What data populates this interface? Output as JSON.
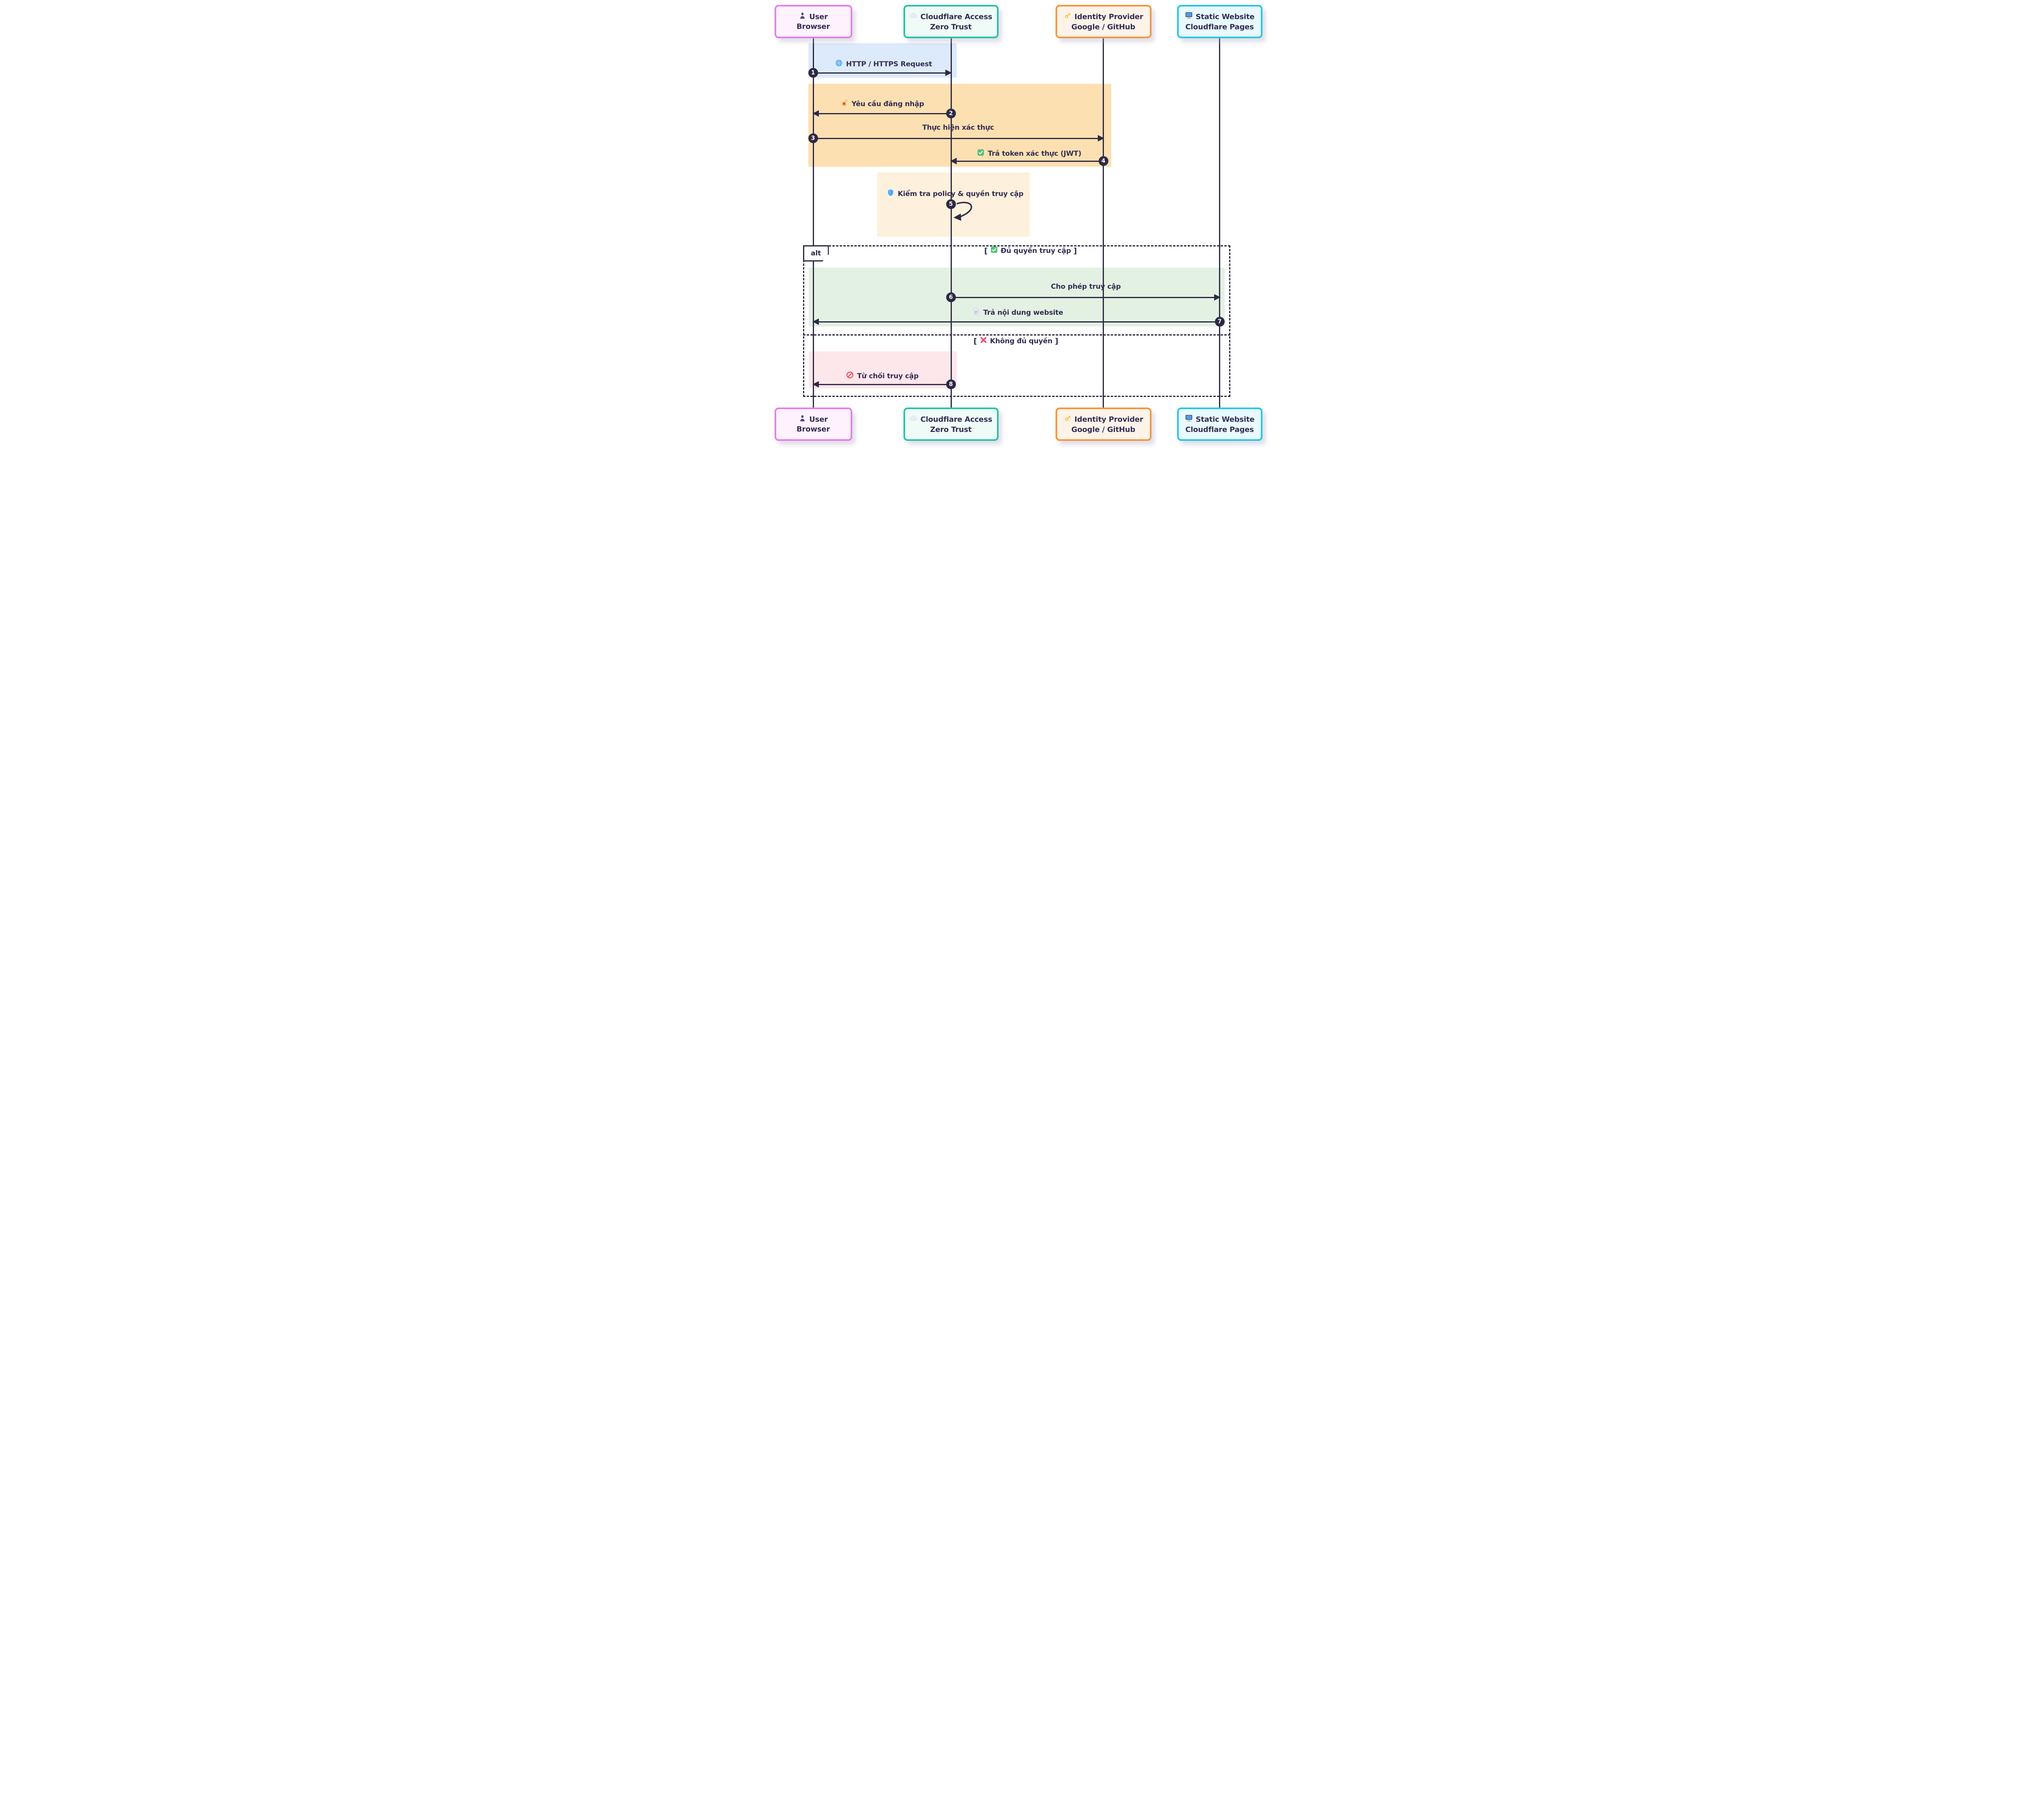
{
  "diagram_type": "sequence",
  "actors": [
    {
      "line1": "User",
      "line2": "Browser",
      "icon": "user-icon",
      "fill": "#fdf2fd",
      "border": "#e57ee9"
    },
    {
      "line1": "Cloudflare Access",
      "line2": "Zero Trust",
      "icon": "cloud-icon",
      "fill": "#eefbf6",
      "border": "#27c3a5"
    },
    {
      "line1": "Identity Provider",
      "line2": "Google / GitHub",
      "icon": "key-icon",
      "fill": "#fdf3e9",
      "border": "#f6953f"
    },
    {
      "line1": "Static Website",
      "line2": "Cloudflare Pages",
      "icon": "desktop-icon",
      "fill": "#e8fafd",
      "border": "#27c6e6"
    }
  ],
  "messages": [
    {
      "num": "1",
      "icon": "globe-icon",
      "text": "HTTP / HTTPS Request",
      "from": "User Browser",
      "to": "Cloudflare Access Zero Trust",
      "highlight": "#ddeafc"
    },
    {
      "num": "2",
      "icon": "lock-icon",
      "text": "Yêu cầu đăng nhập",
      "from": "Cloudflare Access Zero Trust",
      "to": "User Browser",
      "highlight": "#fde0b2"
    },
    {
      "num": "3",
      "icon": "",
      "text": "Thực hiện xác thực",
      "from": "User Browser",
      "to": "Identity Provider Google / GitHub",
      "highlight": "#fde0b2"
    },
    {
      "num": "4",
      "icon": "check-icon",
      "text": "Trả token xác thực (JWT)",
      "from": "Identity Provider Google / GitHub",
      "to": "Cloudflare Access Zero Trust",
      "highlight": "#fde0b2"
    },
    {
      "num": "5",
      "icon": "shield-icon",
      "text": "Kiểm tra policy & quyền truy cập",
      "from": "Cloudflare Access Zero Trust",
      "to": "Cloudflare Access Zero Trust",
      "highlight": "#fdf1dd"
    },
    {
      "num": "6",
      "icon": "",
      "text": "Cho phép truy cập",
      "from": "Cloudflare Access Zero Trust",
      "to": "Static Website Cloudflare Pages",
      "highlight": "#e3f1e3"
    },
    {
      "num": "7",
      "icon": "document-icon",
      "text": "Trả nội dung website",
      "from": "Static Website Cloudflare Pages",
      "to": "User Browser",
      "highlight": "#e3f1e3"
    },
    {
      "num": "8",
      "icon": "no-entry-icon",
      "text": "Từ chối truy cập",
      "from": "Cloudflare Access Zero Trust",
      "to": "User Browser",
      "highlight": "#fde7eb"
    }
  ],
  "alt_frame": {
    "label": "alt",
    "bracket_open": "[",
    "bracket_close": "]",
    "branch_allowed": {
      "icon": "check-icon",
      "text": "Đủ quyền truy cập"
    },
    "branch_denied": {
      "icon": "x-icon",
      "text": "Không đủ quyền"
    }
  },
  "colors": {
    "ink": "#2e2a45",
    "text": "#332e52",
    "background": "#ffffff",
    "highlight_blue": "#ddeafc",
    "highlight_orange": "#fde0b2",
    "highlight_cream": "#fdf1dd",
    "highlight_green": "#e3f1e3",
    "highlight_pink": "#fde7eb"
  }
}
